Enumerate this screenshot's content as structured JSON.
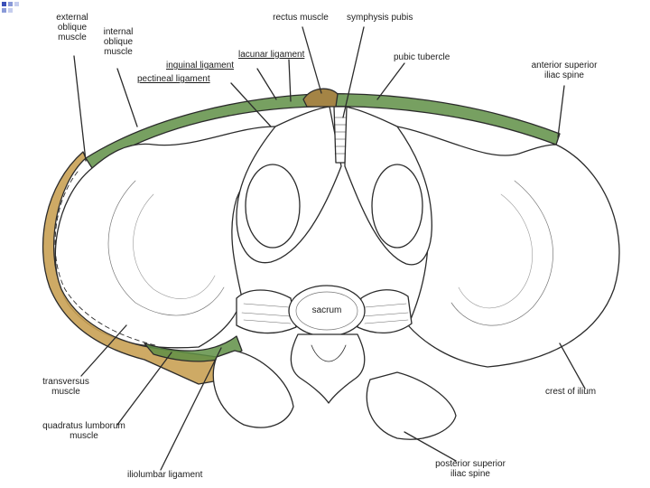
{
  "diagram": {
    "labels": {
      "external_oblique": "external\noblique\nmuscle",
      "internal_oblique": "internal\noblique\nmuscle",
      "rectus": "rectus muscle",
      "symphysis": "symphysis pubis",
      "lacunar": "lacunar ligament",
      "inguinal": "inguinal ligament",
      "pectineal": "pectineal ligament",
      "pubic_tubercle": "pubic tubercle",
      "asis": "anterior superior\niliac spine",
      "sacrum": "sacrum",
      "transversus": "transversus\nmuscle",
      "quadratus": "quadratus lumborum\nmuscle",
      "iliolumbar": "iliolumbar ligament",
      "crest": "crest of ilium",
      "psis": "posterior superior\niliac spine"
    },
    "colors": {
      "ligament_green": "#5f8f45",
      "muscle_tan": "#c9a154",
      "bone_fill": "#ffffff",
      "line_ink": "#2b2b2b",
      "corner_blue": "#3a4fb8"
    }
  }
}
